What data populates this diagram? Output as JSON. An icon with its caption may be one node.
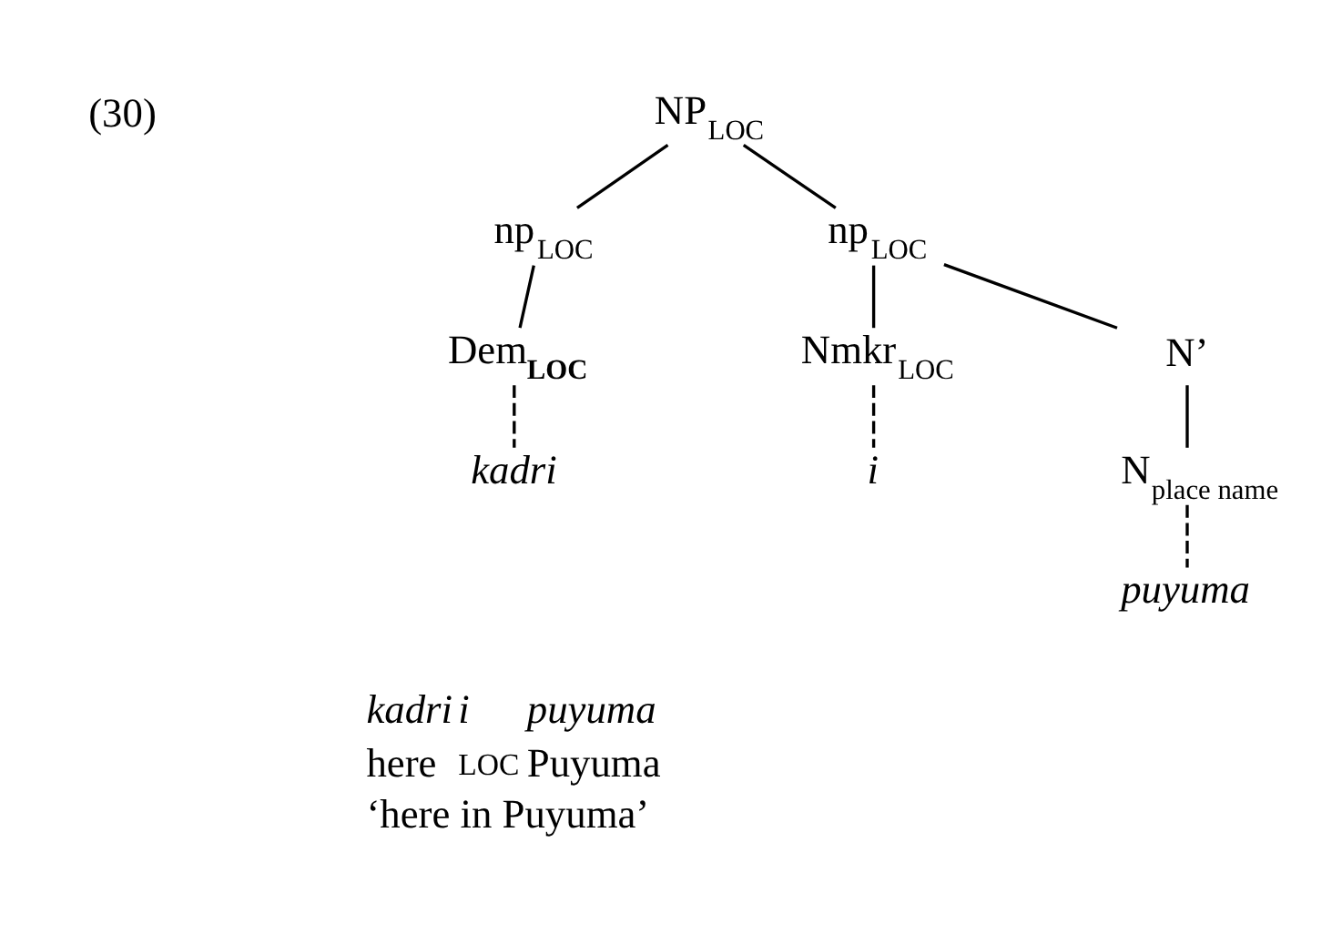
{
  "diagram": {
    "nodes": [
      {
        "text": [
          "NP$_{LOC}$"
        ]
      },
      {
        "text": [
          "np$_{LOC}$"
        ]
      },
      {
        "text": [
          "np$_{LOC}$"
        ]
      },
      {
        "text": [
          "Dem$_{LOC}$"
        ]
      },
      {
        "text": [
          "Nmkr$_{LOC}$"
        ]
      },
      {
        "text": [
          "N’"
        ]
      },
      {
        "text": [
          "kadri"
        ]
      },
      {
        "text": [
          "i"
        ]
      },
      {
        "text": [
          "N$_{place name}$"
        ]
      },
      {
        "text": [
          "puyuma"
        ]
      }
    ],
    "edges": [
      {
        "from": 0,
        "to": 1,
        "arrow": "none"
      },
      {
        "from": 0,
        "to": 2,
        "arrow": "none"
      },
      {
        "from": 1,
        "to": 3,
        "arrow": "none"
      },
      {
        "from": 2,
        "to": 4,
        "arrow": "none"
      },
      {
        "from": 2,
        "to": 5,
        "arrow": "none"
      },
      {
        "from": 3,
        "to": 6,
        "arrow": "none",
        "style": "dashed"
      },
      {
        "from": 4,
        "to": 7,
        "arrow": "none",
        "style": "dashed"
      },
      {
        "from": 5,
        "to": 8,
        "arrow": "none"
      },
      {
        "from": 8,
        "to": 9,
        "arrow": "none",
        "style": "dashed"
      }
    ],
    "labels": [
      "(30)",
      "kadri",
      "i",
      "puyuma",
      "here",
      "LOC",
      "Puyuma",
      "‘here in Puyuma’"
    ]
  }
}
